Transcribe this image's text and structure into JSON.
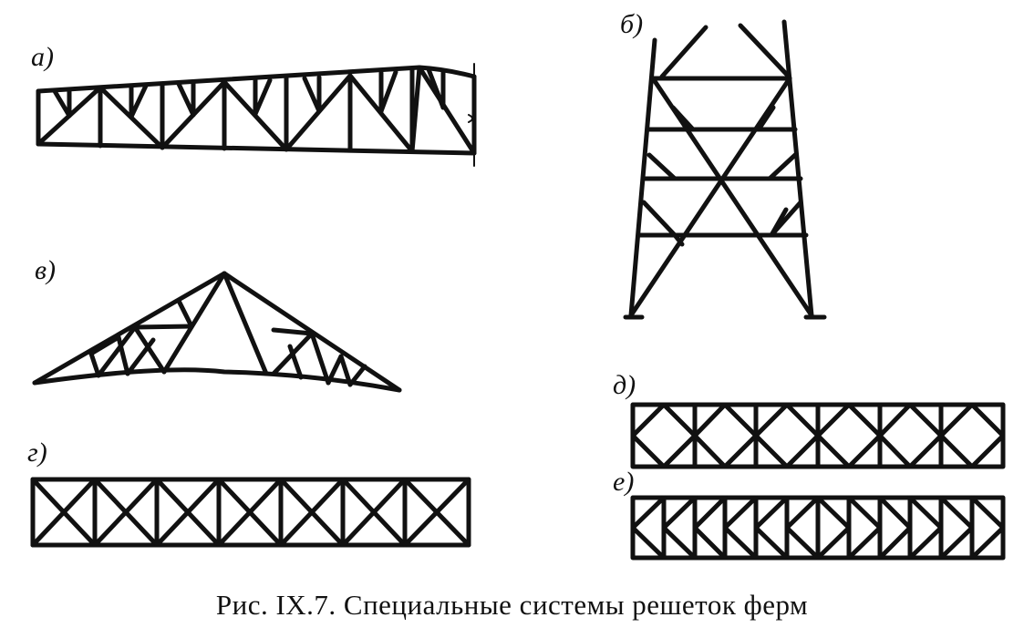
{
  "labels": {
    "a": "а)",
    "b": "б)",
    "v": "в)",
    "g": "г)",
    "d": "д)",
    "e": "е)"
  },
  "caption": "Рис. IX.7. Специальные системы решеток ферм",
  "colors": {
    "ink": "#111111",
    "paper": "#ffffff"
  }
}
